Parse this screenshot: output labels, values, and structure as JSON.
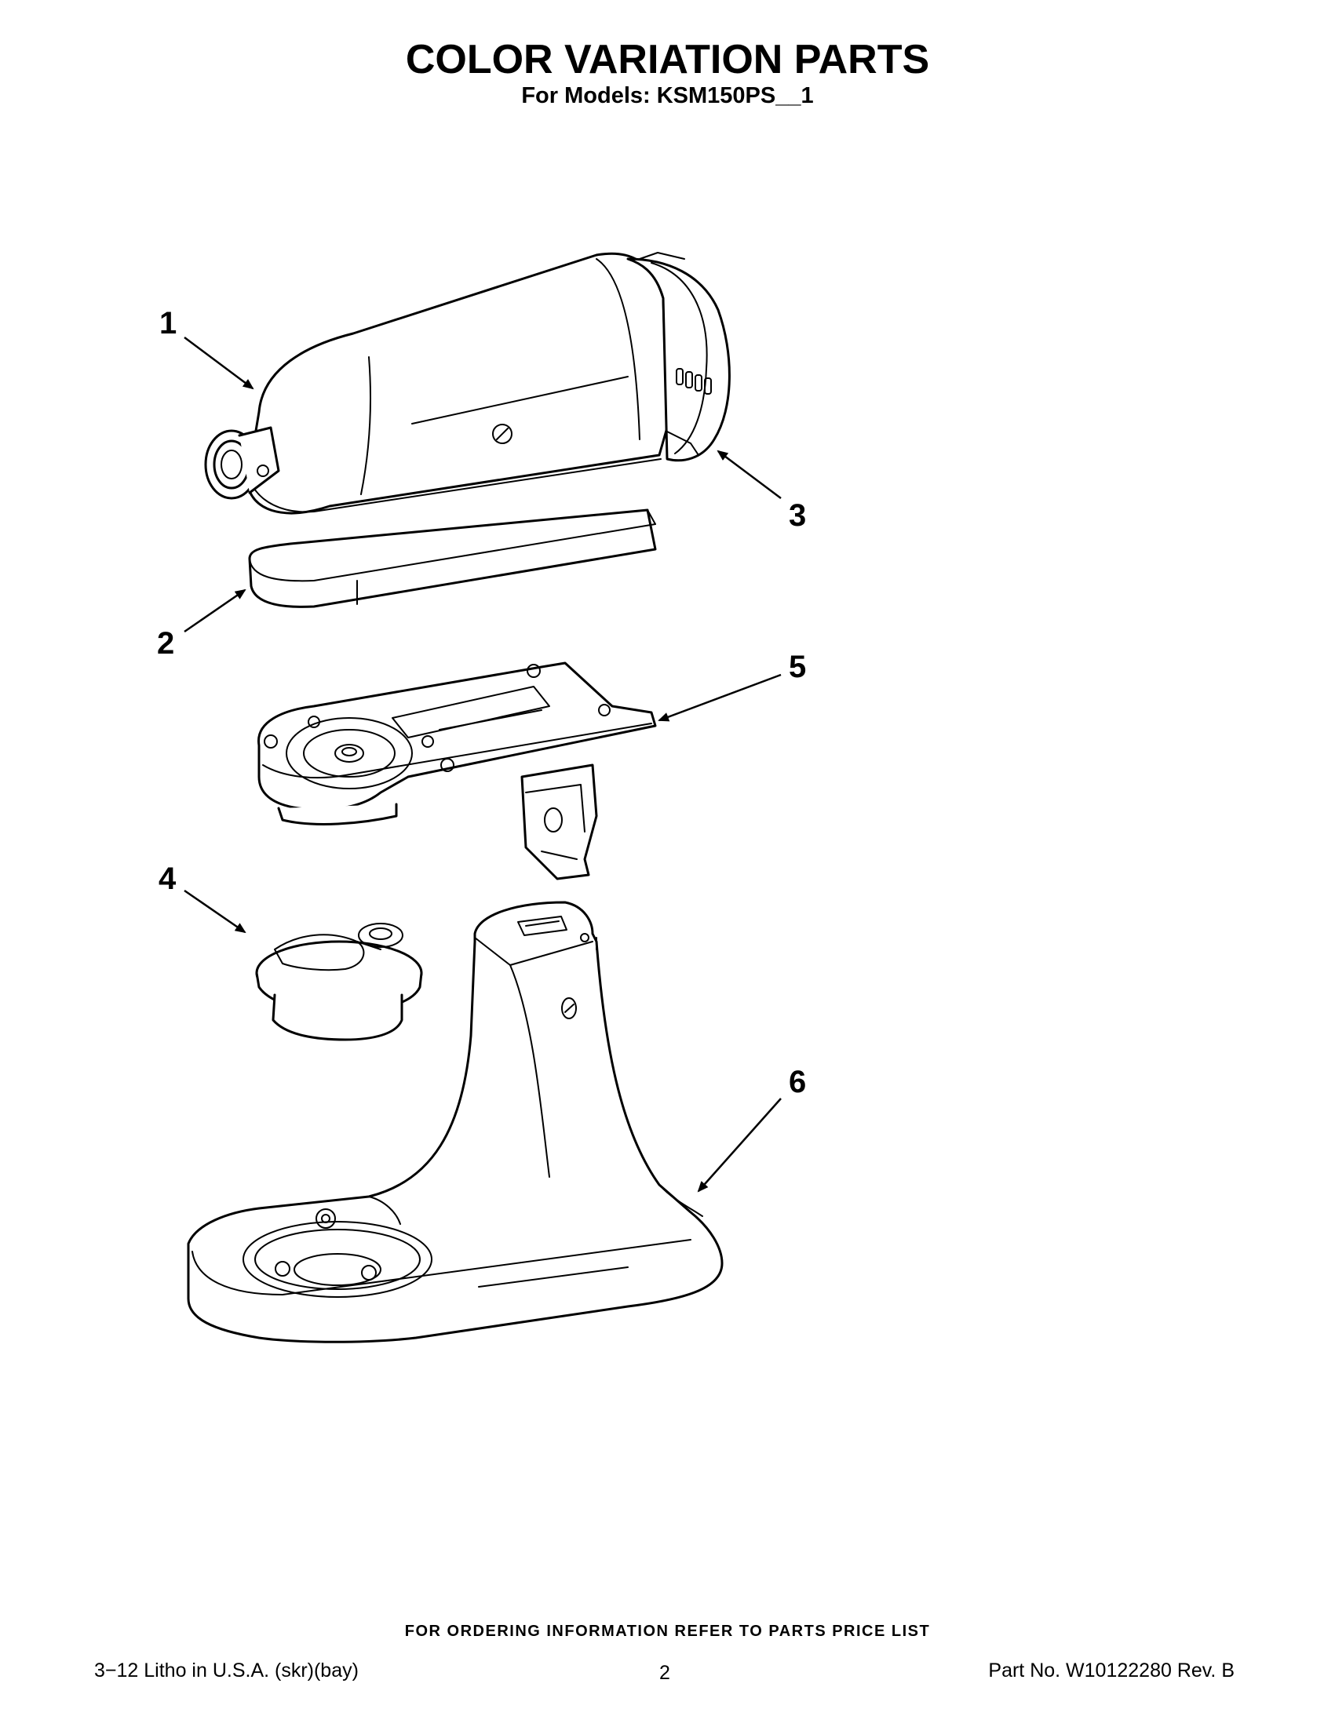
{
  "header": {
    "title": "COLOR VARIATION PARTS",
    "subtitle": "For Models: KSM150PS__1"
  },
  "callouts": [
    {
      "id": "1",
      "label": "1"
    },
    {
      "id": "2",
      "label": "2"
    },
    {
      "id": "3",
      "label": "3"
    },
    {
      "id": "4",
      "label": "4"
    },
    {
      "id": "5",
      "label": "5"
    },
    {
      "id": "6",
      "label": "6"
    }
  ],
  "footer": {
    "ordering_note": "FOR ORDERING INFORMATION REFER TO PARTS PRICE LIST",
    "litho": "3−12 Litho in U.S.A. (skr)(bay)",
    "page_number": "2",
    "part_number": "Part No. W10122280 Rev. B"
  },
  "colors": {
    "ink": "#000000",
    "paper": "#ffffff"
  }
}
